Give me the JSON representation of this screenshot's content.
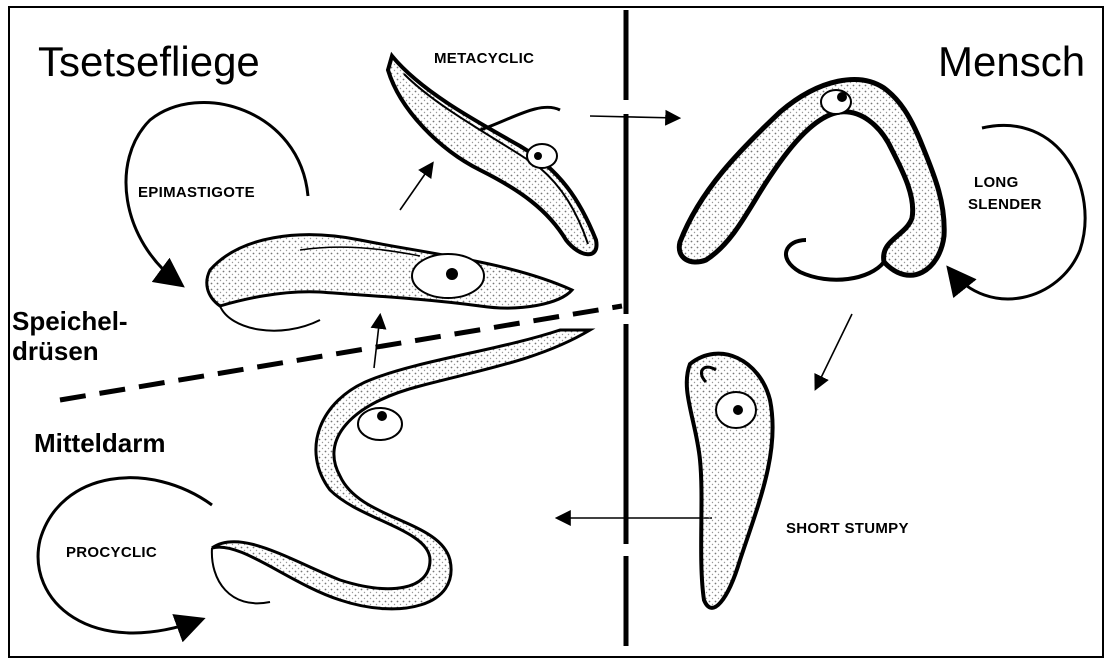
{
  "regions": {
    "left": "Tsetsefliege",
    "right": "Mensch"
  },
  "locations": {
    "upper": [
      "Speichel-",
      "drüsen"
    ],
    "lower": "Mitteldarm"
  },
  "stages": {
    "metacyclic": "METACYCLIC",
    "epimastigote": "EPIMASTIGOTE",
    "long_slender": [
      "LONG",
      "SLENDER"
    ],
    "short_stumpy": "SHORT STUMPY",
    "procyclic": "PROCYCLIC"
  },
  "colors": {
    "ink": "#000000",
    "stipple": "#9a9a9a",
    "background": "#ffffff"
  }
}
